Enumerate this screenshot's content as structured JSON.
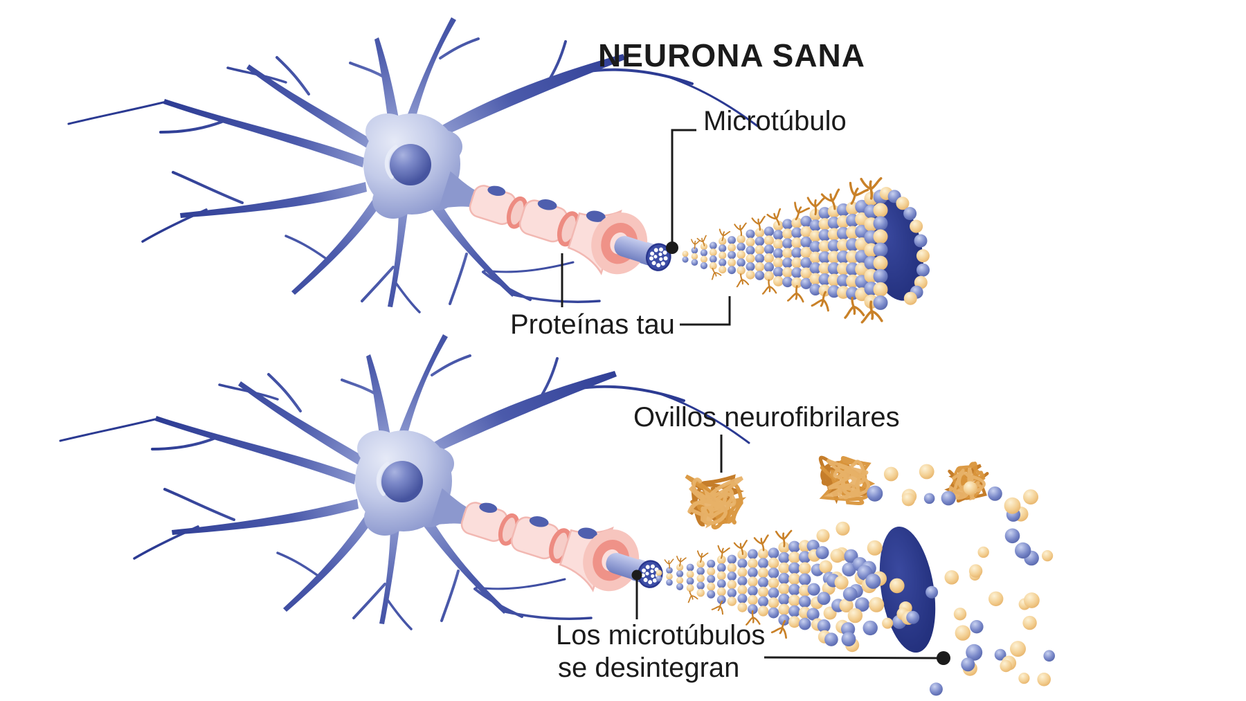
{
  "title": "NEURONA SANA",
  "labels": {
    "microtubule": "Microtúbulo",
    "tau": "Proteínas tau",
    "tangles": "Ovillos neurofibrilares",
    "disintegration_line1": "Los microtúbulos",
    "disintegration_line2": "se desintegran"
  },
  "colors": {
    "text": "#1b1b1b",
    "connector": "#1b1b1b",
    "bead_blue_stops": [
      "#c9d2f1",
      "#7887c8",
      "#49589f"
    ],
    "bead_yellow_stops": [
      "#fdf2d6",
      "#f3cf92",
      "#e2a95c"
    ],
    "cone_face_stops": [
      "#3a499f",
      "#1e2b76"
    ],
    "tau_orange": "#c98128",
    "tangle_colors": [
      "#c2761f",
      "#d9953b",
      "#e8b269"
    ],
    "dendrite_blue": "#2b3a92",
    "soma_light": "#c6cdea",
    "nucleus_blue": "#46549f",
    "myelin_pink": "#fbdedb",
    "myelin_salmon": "#ed8b81",
    "axon_lavender": "#9aa5d8"
  }
}
